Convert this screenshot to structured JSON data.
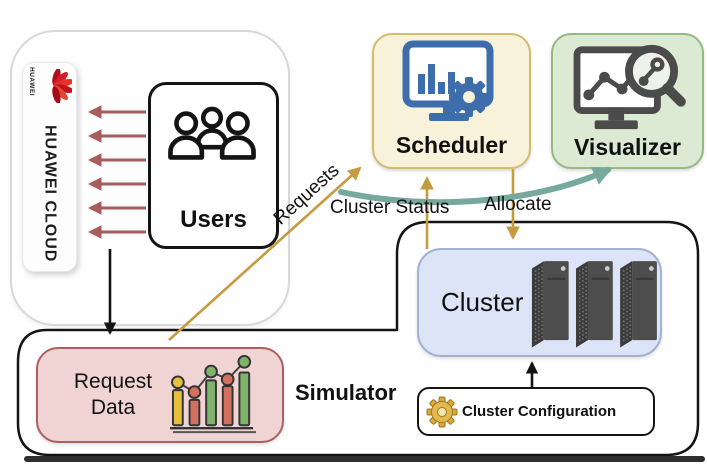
{
  "brand": {
    "small": "HUAWEI",
    "cloud": "HUAWEI CLOUD"
  },
  "nodes": {
    "users": {
      "label": "Users",
      "icon": "people-group-icon"
    },
    "scheduler": {
      "label": "Scheduler",
      "icon": "monitor-barchart-gear-icon"
    },
    "visualizer": {
      "label": "Visualizer",
      "icon": "monitor-linechart-magnifier-icon"
    },
    "cluster": {
      "label": "Cluster",
      "icon": "server-towers-icon"
    },
    "request_data": {
      "label": "Request Data",
      "icon": "colored-barchart-trend-icon"
    },
    "simulator": {
      "label": "Simulator"
    },
    "cluster_configuration": {
      "label": "Cluster Configuration",
      "icon": "golden-gear-icon"
    }
  },
  "edges": {
    "requests": {
      "label": "Requests"
    },
    "cluster_status": {
      "label": "Cluster Status"
    },
    "allocate": {
      "label": "Allocate"
    }
  },
  "colors": {
    "scheduler_bg": "#f8f2da",
    "scheduler_border": "#d2bc6e",
    "visualizer_bg": "#dcead3",
    "visualizer_border": "#95ba80",
    "cluster_bg": "#dbe5f7",
    "cluster_border": "#a3b1d4",
    "request_bg": "#f0d4d4",
    "request_border": "#ad5f5f",
    "yellow_arrow": "#c49b3f",
    "red_arrow": "#a85b5b",
    "teal_arrow": "#76a99c",
    "huawei_red": "#cf1322",
    "scheduler_icon_blue": "#3d6dab",
    "dark_icon_gray": "#4b4b4b"
  }
}
